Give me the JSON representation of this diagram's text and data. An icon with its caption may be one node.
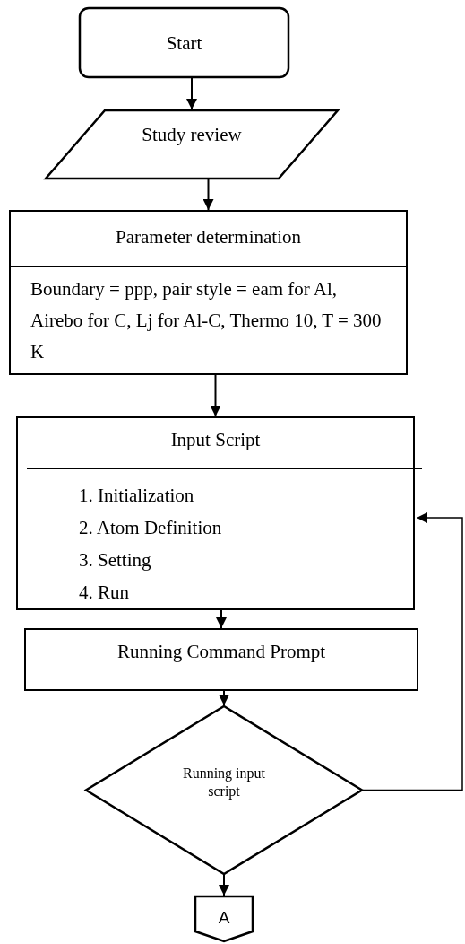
{
  "diagram": {
    "nodes": [
      {
        "text": [
          "Start"
        ]
      },
      {
        "text": [
          "Study review"
        ]
      },
      {
        "text": [
          "Parameter determination",
          "Boundary = ppp, pair style = eam for Al, Airebo for C, Lj for Al-C, Thermo 10, T = 300 K"
        ]
      },
      {
        "text": [
          "Input Script",
          "1. Initialization",
          "2. Atom Definition",
          "3. Setting",
          "4. Run"
        ]
      },
      {
        "text": [
          "Running Command Prompt"
        ]
      },
      {
        "text": [
          "Running input script"
        ]
      },
      {
        "text": [
          "A"
        ]
      }
    ],
    "edges": [
      {
        "from": 0,
        "to": 1,
        "arrow": "to"
      },
      {
        "from": 1,
        "to": 2,
        "arrow": "to"
      },
      {
        "from": 2,
        "to": 3,
        "arrow": "to"
      },
      {
        "from": 3,
        "to": 4,
        "arrow": "to"
      },
      {
        "from": 4,
        "to": 5,
        "arrow": "to"
      },
      {
        "from": 5,
        "to": 6,
        "arrow": "to"
      },
      {
        "from": 5,
        "to": 3,
        "arrow": "to"
      }
    ]
  }
}
